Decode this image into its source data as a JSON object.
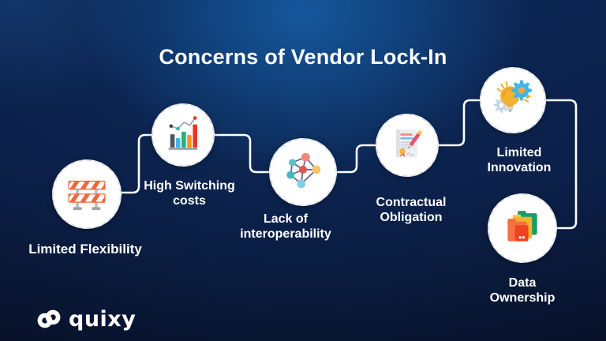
{
  "title": "Concerns of Vendor Lock-In",
  "steps": [
    {
      "label": "Limited Flexibility",
      "icon": "barrier-icon"
    },
    {
      "label": "High Switching\ncosts",
      "icon": "bar-chart-icon"
    },
    {
      "label": "Lack of\ninteroperability",
      "icon": "network-icon"
    },
    {
      "label": "Contractual\nObligation",
      "icon": "contract-icon"
    },
    {
      "label": "Limited\nInnovation",
      "icon": "innovation-icon"
    },
    {
      "label": "Data\nOwnership",
      "icon": "folders-icon"
    }
  ],
  "logo": {
    "text": "quixy"
  },
  "colors": {
    "background_top": "#0d4177",
    "background_bottom": "#081129",
    "connector": "#ffffff",
    "circle_fill": "#ffffff",
    "text": "#ffffff",
    "accent_orange": "#f2663b",
    "accent_red": "#ea3323",
    "accent_green": "#1fb573",
    "accent_blue": "#41b6e8",
    "accent_teal": "#2fb3a3",
    "accent_yellow": "#f5b12f"
  }
}
